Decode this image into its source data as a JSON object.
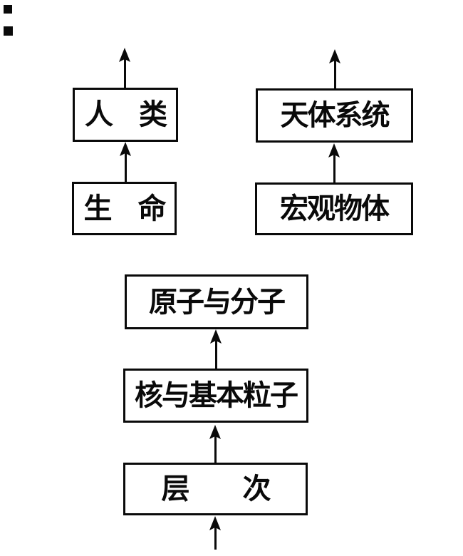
{
  "diagram": {
    "title": "matter-hierarchy-flow-diagram",
    "ink_color": "#0a0a0a",
    "background_color": "#ffffff",
    "nodes": [
      {
        "id": "human",
        "label": "人　类"
      },
      {
        "id": "celestial-system",
        "label": "天体系统"
      },
      {
        "id": "life",
        "label": "生　命"
      },
      {
        "id": "macro-objects",
        "label": "宏观物体"
      },
      {
        "id": "atoms-molecules",
        "label": "原子与分子"
      },
      {
        "id": "nucleus-particles",
        "label": "核与基本粒子"
      },
      {
        "id": "hierarchy",
        "label": "层　　次"
      }
    ],
    "arrows": [
      {
        "from": "human",
        "to": "off-page-top-left"
      },
      {
        "from": "celestial-system",
        "to": "off-page-top-right"
      },
      {
        "from": "life",
        "to": "human"
      },
      {
        "from": "macro-objects",
        "to": "celestial-system"
      },
      {
        "from": "nucleus-particles",
        "to": "atoms-molecules"
      },
      {
        "from": "hierarchy",
        "to": "nucleus-particles"
      },
      {
        "from": "off-page-bottom",
        "to": "hierarchy"
      }
    ],
    "artifacts": [
      {
        "id": "scan-mark-1"
      },
      {
        "id": "scan-mark-2"
      }
    ]
  }
}
